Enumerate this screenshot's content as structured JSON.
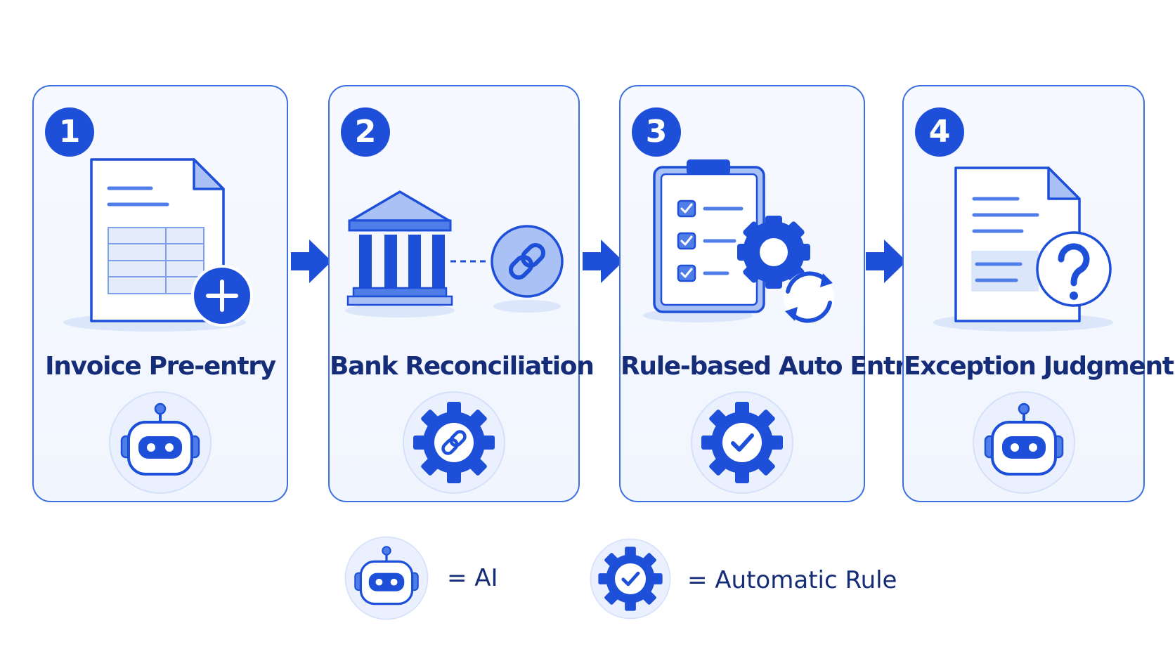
{
  "steps": [
    {
      "number": "1",
      "label": "Invoice Pre-entry",
      "icon": "document-plus-icon",
      "type_icon": "robot-icon"
    },
    {
      "number": "2",
      "label": "Bank Reconciliation",
      "icon": "bank-link-icon",
      "type_icon": "gear-link-icon"
    },
    {
      "number": "3",
      "label": "Rule-based Auto Entry",
      "icon": "clipboard-gear-icon",
      "type_icon": "gear-check-icon"
    },
    {
      "number": "4",
      "label": "Exception Judgment",
      "icon": "document-question-icon",
      "type_icon": "robot-icon"
    }
  ],
  "legend": [
    {
      "icon": "robot-icon",
      "text": "= AI"
    },
    {
      "icon": "gear-check-icon",
      "text": "= Automatic Rule"
    }
  ],
  "colors": {
    "primary": "#1d4fd8",
    "border": "#3d6fe0",
    "light": "#a9c1f5",
    "text": "#152c78"
  }
}
